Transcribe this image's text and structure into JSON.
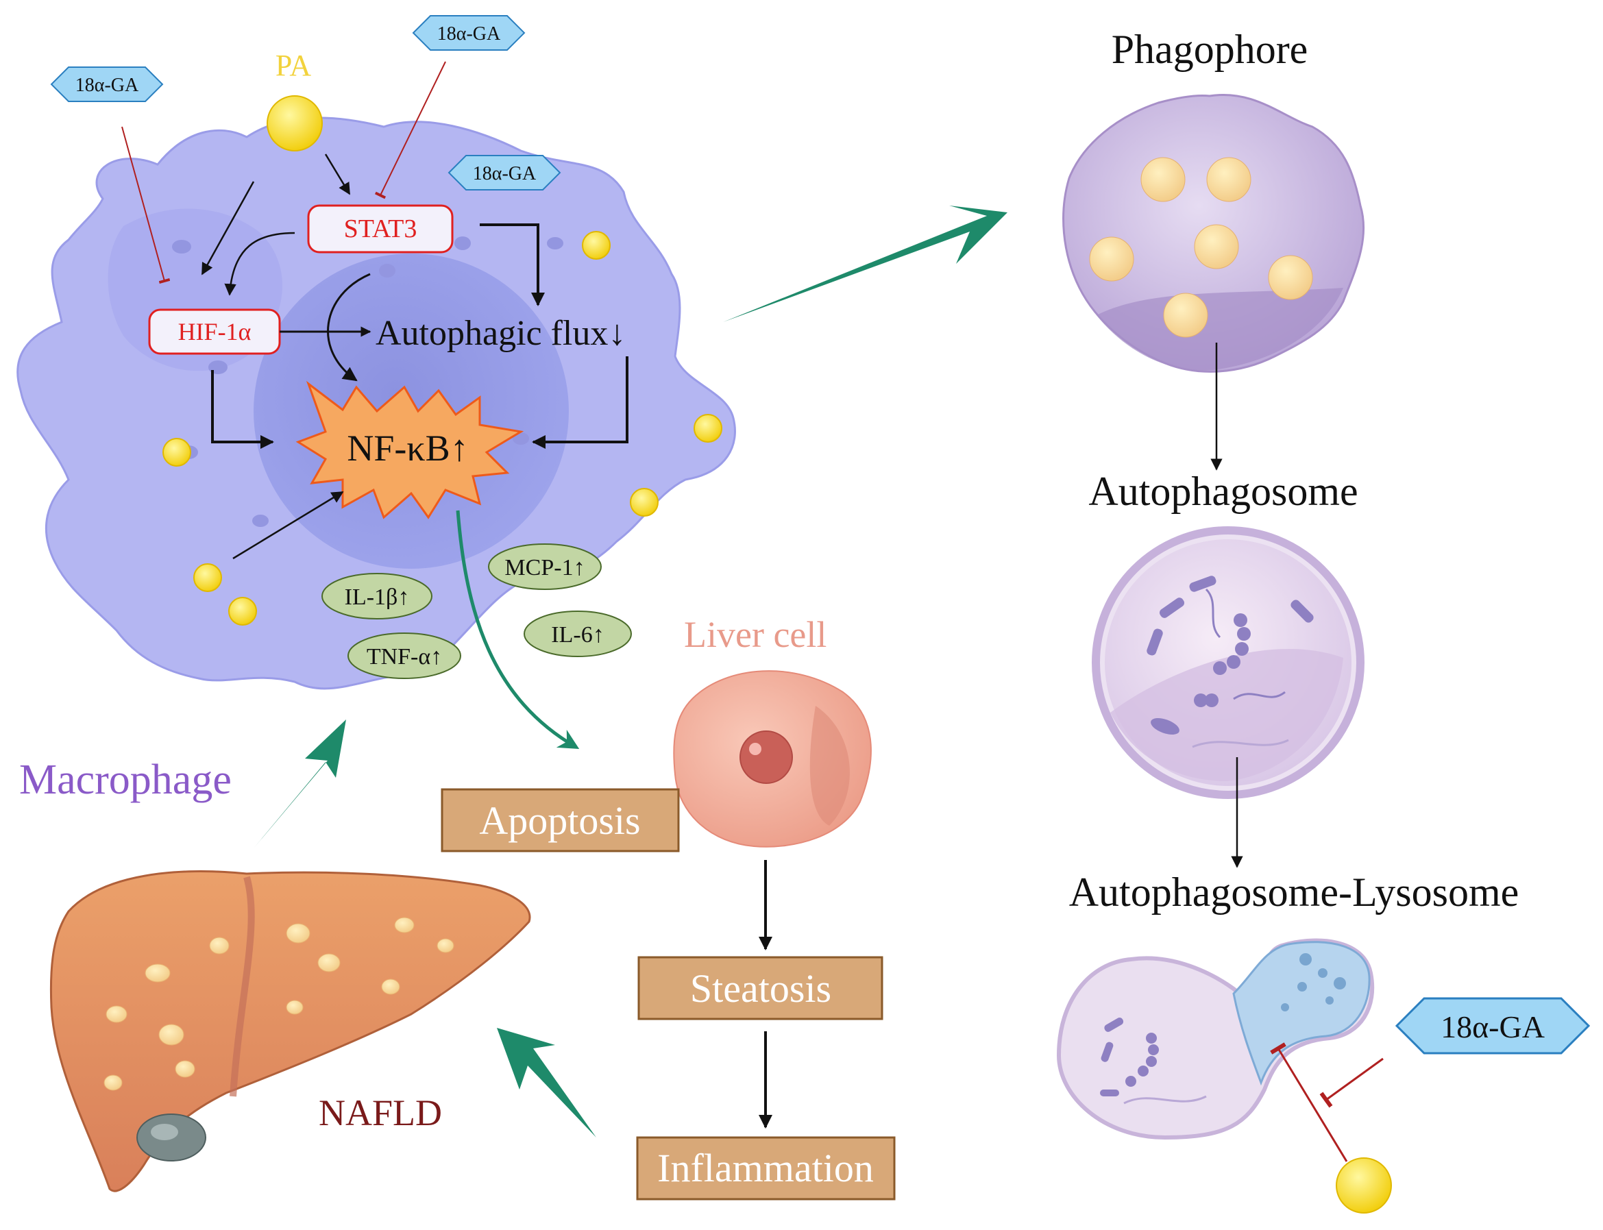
{
  "labels": {
    "pa": "PA",
    "stat3": "STAT3",
    "hif1a": "HIF-1α",
    "autophagic_flux": "Autophagic flux↓",
    "nfkb": "NF-κB↑",
    "il1b": "IL-1β↑",
    "mcp1": "MCP-1↑",
    "il6": "IL-6↑",
    "tnfa": "TNF-α↑",
    "macrophage": "Macrophage",
    "liver_cell": "Liver cell",
    "nafld": "NAFLD",
    "apoptosis": "Apoptosis",
    "steatosis": "Steatosis",
    "inflammation": "Inflammation",
    "phagophore": "Phagophore",
    "autophagosome": "Autophagosome",
    "autophagosome_lysosome": "Autophagosome-Lysosome"
  },
  "inhibitor": {
    "name": "18α-GA"
  },
  "colors": {
    "macrophage_body": "#b4b6f2",
    "pa_particle": "#f7d81c",
    "green_arrow": "#1e8a6a",
    "red_label": "#e02020",
    "inhibition": "#b02020",
    "box_fill": "#d8a878",
    "box_border": "#8a5a2a",
    "cytokine_fill": "#c2d6a4",
    "nfkb_burst": "#f6a860",
    "drug_fill": "#9fd6f5",
    "macrophage_title": "#8a5ac8",
    "liver_cell_title": "#e89a8a",
    "nafld_title": "#7a1a1a",
    "pa_title": "#f2d23c"
  }
}
